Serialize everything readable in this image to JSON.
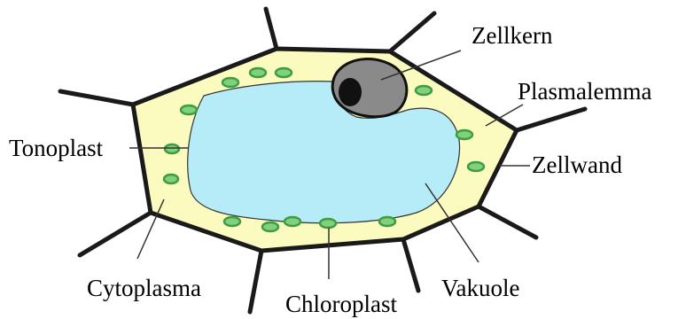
{
  "diagram": {
    "labels": {
      "nucleus": "Zellkern",
      "plasmalemma": "Plasmalemma",
      "tonoplast": "Tonoplast",
      "cell_wall": "Zellwand",
      "cytoplasm": "Cytoplasma",
      "chloroplast": "Chloroplast",
      "vacuole": "Vakuole"
    },
    "colors": {
      "cytoplasm": "#fbfbbf",
      "vacuole": "#b5ecf8",
      "chloroplast": "#3f9c3f",
      "chloroplast_inner": "#7fd17f",
      "nucleus": "#8a8a8a",
      "nucleolus": "#111111",
      "outline": "#1a1a1a"
    }
  }
}
